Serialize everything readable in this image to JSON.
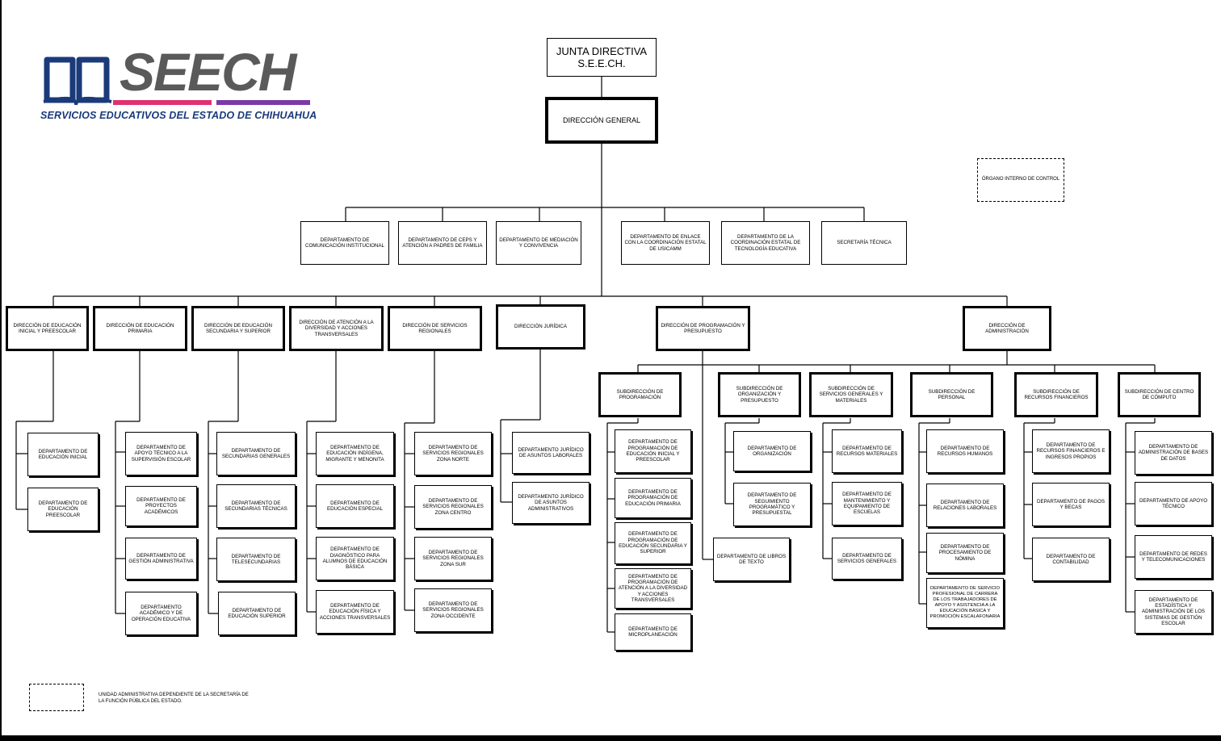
{
  "logo": {
    "word": "SEECH",
    "subtitle": "SERVICIOS EDUCATIVOS DEL ESTADO DE CHIHUAHUA"
  },
  "top": {
    "line1": "JUNTA DIRECTIVA",
    "line2": "S.E.E.CH."
  },
  "direccion_general": "DIRECCIÓN GENERAL",
  "organo_interno": "ÓRGANO INTERNO DE CONTROL",
  "staff": [
    "DEPARTAMENTO DE COMUNICACIÓN INSTITUCIONAL",
    "DEPARTAMENTO DE CEPS Y ATENCIÓN A PADRES DE FAMILIA",
    "DEPARTAMENTO DE MEDIACIÓN Y CONVIVENCIA",
    "DEPARTAMENTO DE ENLACE CON LA COORDINACIÓN ESTATAL DE USICAMM",
    "DEPARTAMENTO DE LA COORDINACIÓN ESTATAL DE TECNOLOGÍA EDUCATIVA",
    "SECRETARÍA TÉCNICA"
  ],
  "direcciones": [
    "DIRECCIÓN DE EDUCACIÓN INICIAL Y PREESCOLAR",
    "DIRECCIÓN DE EDUCACIÓN PRIMARIA",
    "DIRECCIÓN DE EDUCACIÓN SECUNDARIA Y SUPERIOR",
    "DIRECCIÓN DE ATENCIÓN A LA DIVERSIDAD Y ACCIONES TRANSVERSALES",
    "DIRECCIÓN DE SERVICIOS REGIONALES",
    "DIRECCIÓN JURÍDICA",
    "DIRECCIÓN DE PROGRAMACIÓN Y PRESUPUESTO",
    "DIRECCIÓN DE ADMINISTRACIÓN"
  ],
  "dir_depts": {
    "inicial": [
      "DEPARTAMENTO DE EDUCACIÓN INICIAL",
      "DEPARTAMENTO DE EDUCACIÓN PREESCOLAR"
    ],
    "primaria": [
      "DEPARTAMENTO DE APOYO TÉCNICO A LA SUPERVISIÓN ESCOLAR",
      "DEPARTAMENTO DE PROYECTOS ACADÉMICOS",
      "DEPARTAMENTO DE GESTIÓN ADMINISTRATIVA",
      "DEPARTAMENTO ACADÉMICO Y DE OPERACIÓN EDUCATIVA"
    ],
    "secundaria": [
      "DEPARTAMENTO DE SECUNDARIAS GENERALES",
      "DEPARTAMENTO DE SECUNDARIAS TÉCNICAS",
      "DEPARTAMENTO DE TELESECUNDARIAS",
      "DEPARTAMENTO DE EDUCACIÓN SUPERIOR"
    ],
    "diversidad": [
      "DEPARTAMENTO DE EDUCACIÓN INDÍGENA, MIGRANTE Y MENONITA",
      "DEPARTAMENTO DE EDUCACIÓN ESPECIAL",
      "DEPARTAMENTO DE DIAGNÓSTICO PARA ALUMNOS DE EDUCACIÓN BÁSICA",
      "DEPARTAMENTO DE EDUCACIÓN FÍSICA Y ACCIONES TRANSVERSALES"
    ],
    "regionales": [
      "DEPARTAMENTO DE SERVICIOS REGIONALES ZONA NORTE",
      "DEPARTAMENTO DE SERVICIOS REGIONALES ZONA CENTRO",
      "DEPARTAMENTO DE SERVICIOS REGIONALES ZONA SUR",
      "DEPARTAMENTO DE SERVICIOS REGIONALES ZONA OCCIDENTE"
    ],
    "juridica": [
      "DEPARTAMENTO JURÍDICO DE ASUNTOS LABORALES",
      "DEPARTAMENTO JURÍDICO DE ASUNTOS ADMINISTRATIVOS"
    ]
  },
  "subdirecciones": [
    "SUBDIRECCIÓN DE PROGRAMACIÓN",
    "SUBDIRECCIÓN DE ORGANIZACIÓN Y PRESUPUESTO",
    "SUBDIRECCIÓN DE SERVICIOS GENERALES Y MATERIALES",
    "SUBDIRECCIÓN DE PERSONAL",
    "SUBDIRECCIÓN DE RECURSOS FINANCIEROS",
    "SUBDIRECCIÓN DE CENTRO DE CÓMPUTO"
  ],
  "sub_depts": {
    "programacion": [
      "DEPARTAMENTO DE PROGRAMACIÓN DE EDUCACIÓN INICIAL Y PREESCOLAR",
      "DEPARTAMENTO DE PROGRAMACIÓN DE EDUCACIÓN PRIMARIA",
      "DEPARTAMENTO DE PROGRAMACIÓN DE EDUCACIÓN SECUNDARIA Y SUPERIOR",
      "DEPARTAMENTO DE PROGRAMACIÓN DE ATENCIÓN A LA DIVERSIDAD Y ACCIONES TRANSVERSALES",
      "DEPARTAMENTO DE MICROPLANEACIÓN"
    ],
    "organizacion": [
      "DEPARTAMENTO DE ORGANIZACIÓN",
      "DEPARTAMENTO DE SEGUIMIENTO PROGRAMÁTICO Y PRESUPUESTAL"
    ],
    "libros": "DEPARTAMENTO DE LIBROS DE TEXTO",
    "servicios": [
      "DEPARTAMENTO DE RECURSOS MATERIALES",
      "DEPARTAMENTO DE MANTENIMIENTO Y EQUIPAMIENTO DE ESCUELAS",
      "DEPARTAMENTO DE SERVICIOS GENERALES"
    ],
    "personal": [
      "DEPARTAMENTO DE RECURSOS HUMANOS",
      "DEPARTAMENTO DE RELACIONES LABORALES",
      "DEPARTAMENTO DE PROCESAMIENTO DE NÓMINA",
      "DEPARTAMENTO DE SERVICIO PROFESIONAL DE CARRERA DE LOS TRABAJADORES DE APOYO Y ASISTENCIA A LA EDUCACIÓN BÁSICA Y PROMOCIÓN ESCALAFONARIA"
    ],
    "financieros": [
      "DEPARTAMENTO DE RECURSOS FINANCIEROS E INGRESOS PROPIOS",
      "DEPARTAMENTO DE PAGOS Y BECAS",
      "DEPARTAMENTO DE CONTABILIDAD"
    ],
    "computo": [
      "DEPARTAMENTO DE ADMINISTRACIÓN DE BASES DE DATOS",
      "DEPARTAMENTO DE APOYO TÉCNICO",
      "DEPARTAMENTO DE REDES Y TELECOMUNICACIONES",
      "DEPARTAMENTO DE ESTADÍSTICA Y ADMINISTRACIÓN DE LOS SISTEMAS DE GESTIÓN ESCOLAR"
    ]
  },
  "legend": "UNIDAD ADMINISTRATIVA DEPENDIENTE DE LA SECRETARÍA DE LA FUNCIÓN PÚBLICA DEL ESTADO."
}
